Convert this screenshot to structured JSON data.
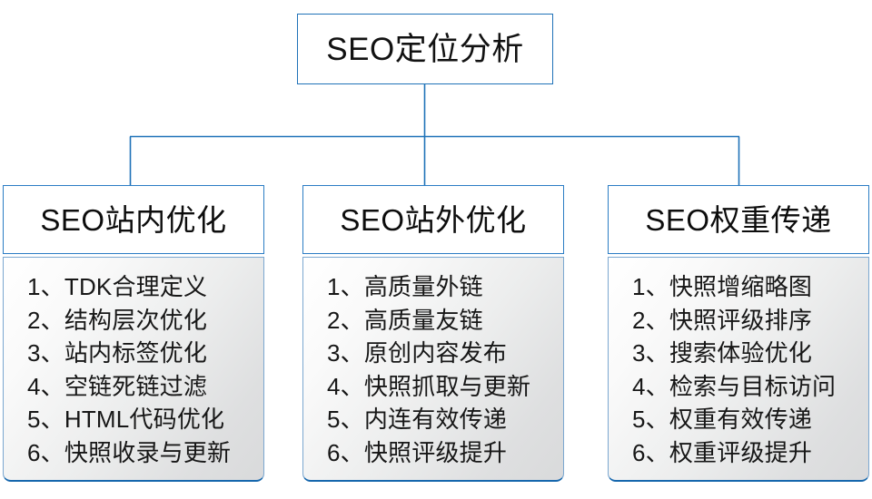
{
  "diagram": {
    "title": "SEO定位分析",
    "accent_color": "#1f72b8",
    "connector_color": "#1f72b8",
    "branches": [
      {
        "header": "SEO站内优化",
        "items": [
          "1、TDK合理定义",
          "2、结构层次优化",
          "3、站内标签优化",
          "4、空链死链过滤",
          "5、HTML代码优化",
          "6、快照收录与更新"
        ]
      },
      {
        "header": "SEO站外优化",
        "items": [
          "1、高质量外链",
          "2、高质量友链",
          "3、原创内容发布",
          "4、快照抓取与更新",
          "5、内连有效传递",
          "6、快照评级提升"
        ]
      },
      {
        "header": "SEO权重传递",
        "items": [
          "1、快照增缩略图",
          "2、快照评级排序",
          "3、搜索体验优化",
          "4、检索与目标访问",
          "5、权重有效传递",
          "6、权重评级提升"
        ]
      }
    ]
  }
}
